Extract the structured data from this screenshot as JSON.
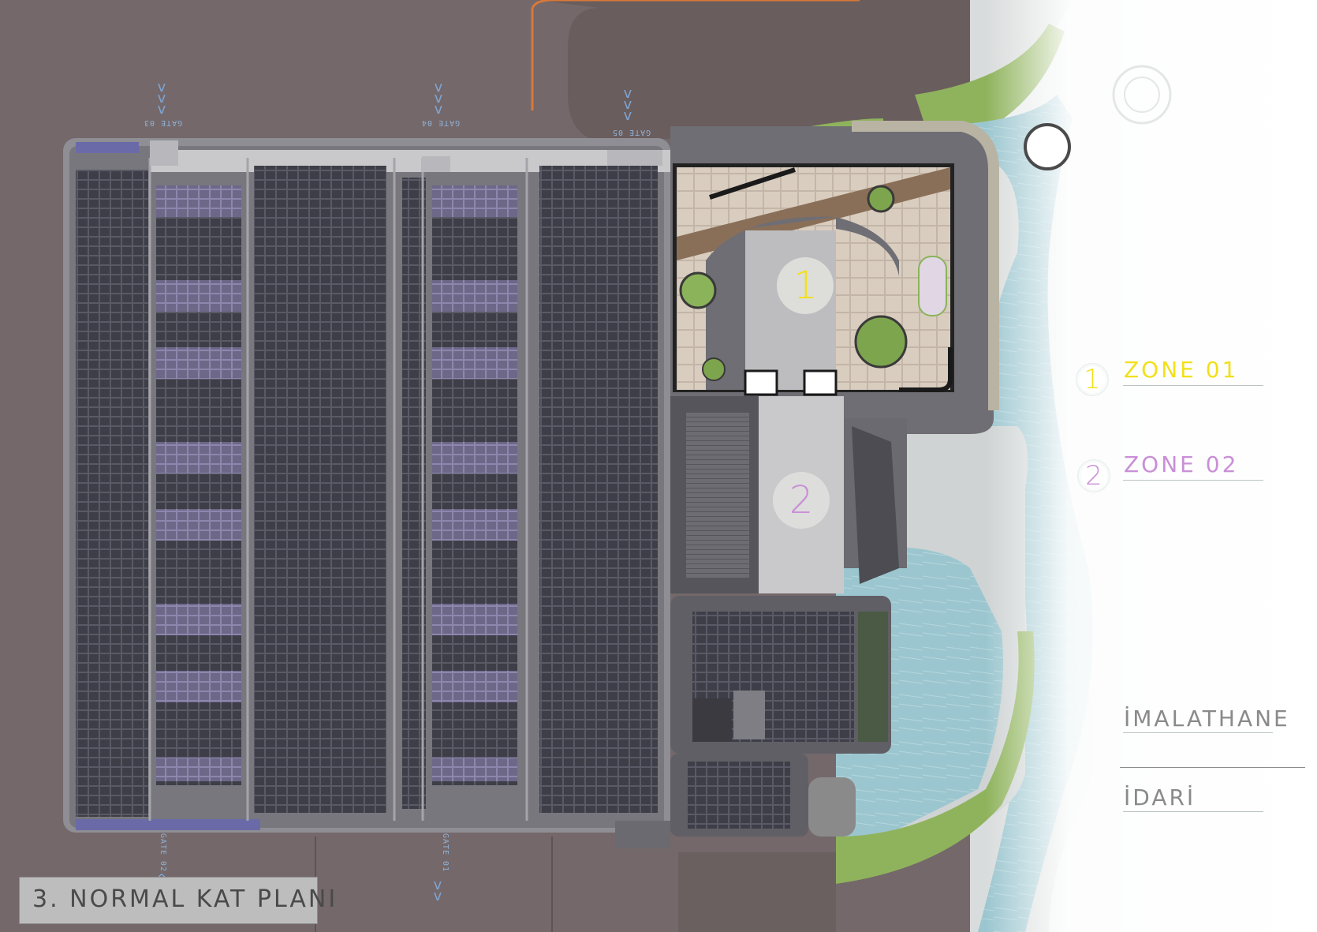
{
  "plan_title": "3. NORMAL KAT PLANI",
  "zones": [
    {
      "number": "1",
      "label": "ZONE 01",
      "color": "#f2e019"
    },
    {
      "number": "2",
      "label": "ZONE 02",
      "color": "#c98fd6"
    }
  ],
  "areas": [
    {
      "label": "İMALATHANE"
    },
    {
      "label": "İDARİ"
    }
  ],
  "gates": [
    {
      "label": "GATE 03"
    },
    {
      "label": "GATE 04"
    },
    {
      "label": "GATE 05"
    },
    {
      "label": "GATE 02"
    },
    {
      "label": "GATE 01"
    }
  ],
  "colors": {
    "ground": "#74686a",
    "building_roof": "#5c5c62",
    "solar_panel": "#3f3f49",
    "water": "#9dc7cf",
    "green": "#8bb35a",
    "zone1_floor": "#d6c9bb",
    "road": "#6a5d5d",
    "legend_bg": "#ffffff"
  }
}
